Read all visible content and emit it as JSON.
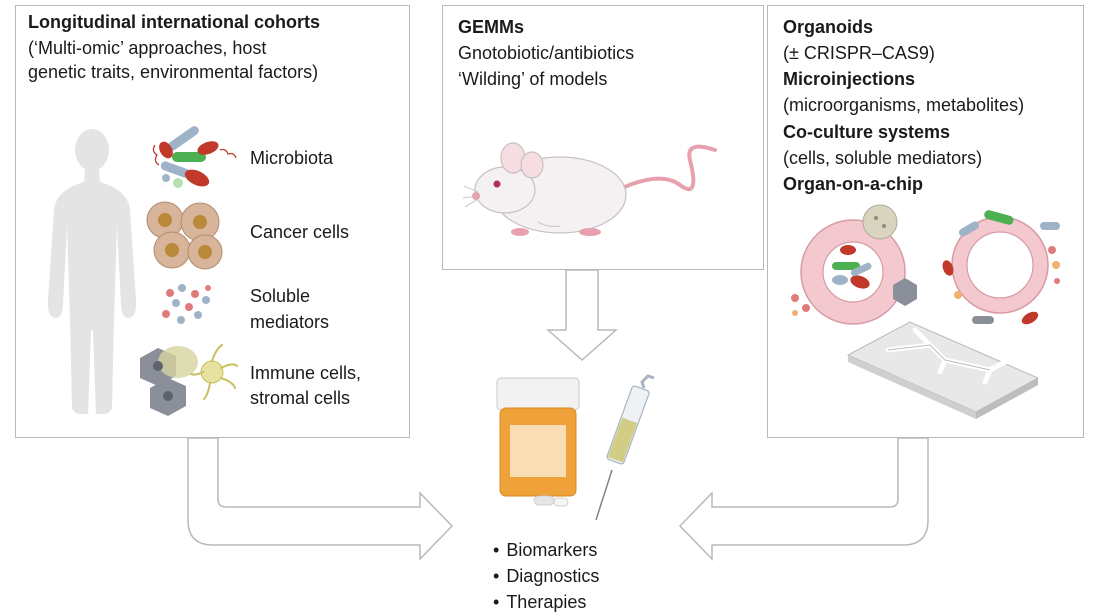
{
  "left_panel": {
    "title": "Longitudinal international cohorts",
    "subtitle_line1": "(‘Multi-omic’ approaches, host",
    "subtitle_line2": "genetic traits, environmental factors)",
    "items": [
      {
        "label": "Microbiota",
        "icon": "microbiota-icon"
      },
      {
        "label": "Cancer cells",
        "icon": "cancer-cells-icon"
      },
      {
        "label_line1": "Soluble",
        "label_line2": "mediators",
        "icon": "soluble-mediators-icon"
      },
      {
        "label_line1": "Immune cells,",
        "label_line2": "stromal cells",
        "icon": "immune-stromal-cells-icon"
      }
    ]
  },
  "middle_panel": {
    "title": "GEMMs",
    "line1": "Gnotobiotic/antibiotics",
    "line2": "‘Wilding’ of models"
  },
  "right_panel": {
    "organoids_title": "Organoids",
    "organoids_detail": "(± CRISPR–CAS9)",
    "microinjections_title": "Microinjections",
    "microinjections_detail": "(microorganisms, metabolites)",
    "coculture_title": "Co-culture systems",
    "coculture_detail": "(cells, soluble mediators)",
    "organ_chip_title": "Organ-on-a-chip"
  },
  "outcomes": [
    "Biomarkers",
    "Diagnostics",
    "Therapies"
  ],
  "colors": {
    "border": "#b9b9b9",
    "arrow_fill": "#ffffff",
    "silhouette": "#e6e6e6",
    "pill_orange": "#f0a23a",
    "green_bacteria": "#4caf50",
    "red_bacteria": "#c0392b",
    "organoid_pink": "#f3c9cf"
  }
}
